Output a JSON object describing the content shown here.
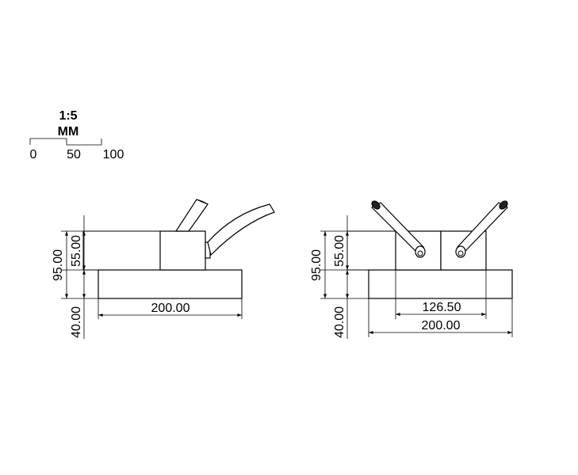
{
  "scale": {
    "ratio": "1:5",
    "unit": "MM",
    "ticks": [
      "0",
      "50",
      "100"
    ]
  },
  "side_view": {
    "dim_width": "200.00",
    "dim_total_height": "95.00",
    "dim_upper_height": "55.00",
    "dim_base_height": "40.00"
  },
  "front_view": {
    "dim_inner_width": "126.50",
    "dim_width": "200.00",
    "dim_total_height": "95.00",
    "dim_upper_height": "55.00",
    "dim_base_height": "40.00"
  }
}
